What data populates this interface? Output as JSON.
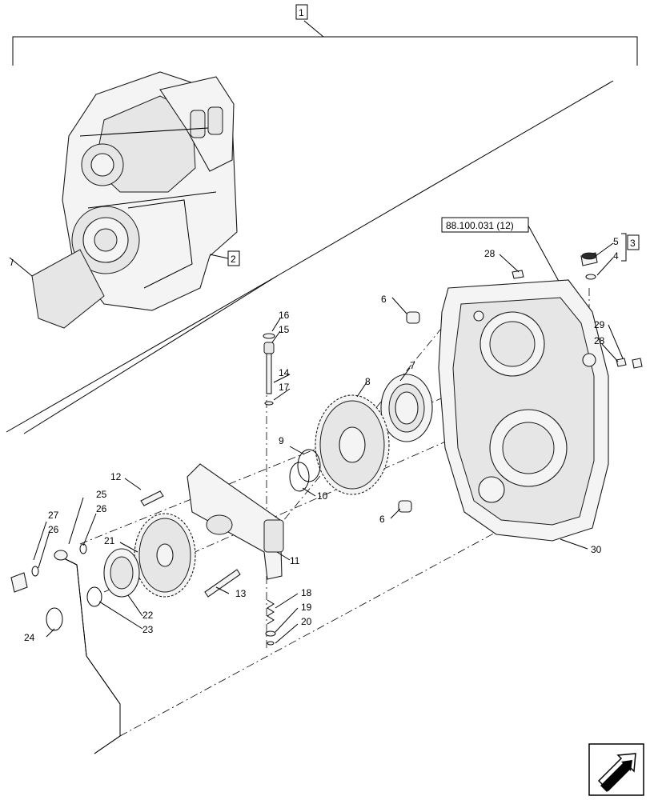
{
  "references": {
    "assembly_ref": "88.100.031 (12)"
  },
  "callouts": {
    "box_1": "1",
    "box_2": "2",
    "box_3": "3",
    "c4": "4",
    "c5": "5",
    "c6a": "6",
    "c6b": "6",
    "c7": "7",
    "c8": "8",
    "c9": "9",
    "c10": "10",
    "c11": "11",
    "c12": "12",
    "c13": "13",
    "c14": "14",
    "c15": "15",
    "c16": "16",
    "c17": "17",
    "c18": "18",
    "c19": "19",
    "c20": "20",
    "c21": "21",
    "c22": "22",
    "c23": "23",
    "c24": "24",
    "c25": "25",
    "c26a": "26",
    "c26b": "26",
    "c27": "27",
    "c28a": "28",
    "c28b": "28",
    "c29": "29",
    "c30": "30"
  },
  "icons": {
    "nav_arrow": "arrow-icon"
  }
}
